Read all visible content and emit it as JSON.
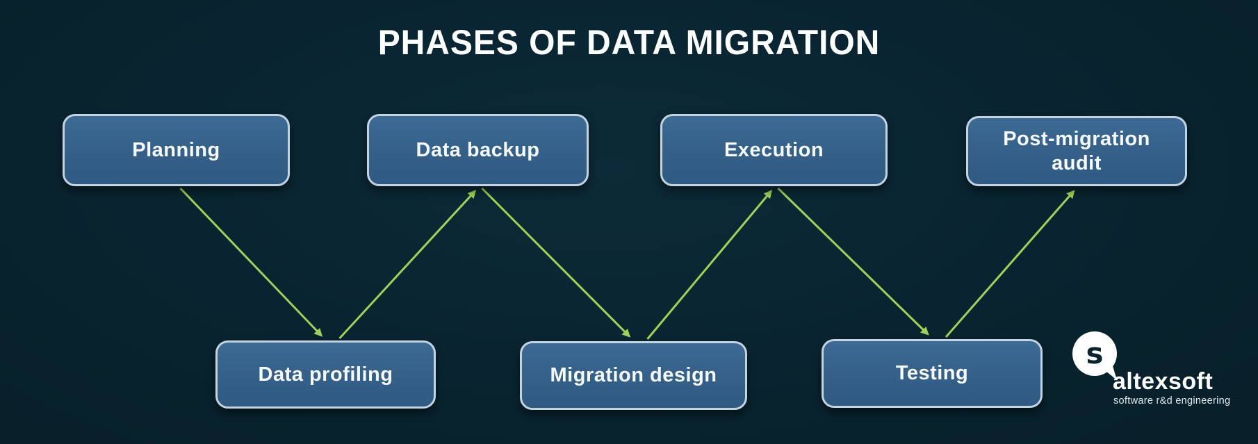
{
  "title": "PHASES OF DATA MIGRATION",
  "diagram": {
    "type": "flow",
    "nodes": [
      {
        "id": "planning",
        "label": "Planning",
        "row": "top"
      },
      {
        "id": "data-backup",
        "label": "Data backup",
        "row": "top"
      },
      {
        "id": "execution",
        "label": "Execution",
        "row": "top"
      },
      {
        "id": "post-migration-audit",
        "label": "Post-migration audit",
        "row": "top"
      },
      {
        "id": "data-profiling",
        "label": "Data profiling",
        "row": "bottom"
      },
      {
        "id": "migration-design",
        "label": "Migration design",
        "row": "bottom"
      },
      {
        "id": "testing",
        "label": "Testing",
        "row": "bottom"
      }
    ],
    "edges": [
      {
        "from": "planning",
        "to": "data-profiling"
      },
      {
        "from": "data-profiling",
        "to": "data-backup"
      },
      {
        "from": "data-backup",
        "to": "migration-design"
      },
      {
        "from": "migration-design",
        "to": "execution"
      },
      {
        "from": "execution",
        "to": "testing"
      },
      {
        "from": "testing",
        "to": "post-migration-audit"
      }
    ],
    "flow_order": [
      "Planning",
      "Data profiling",
      "Data backup",
      "Migration design",
      "Execution",
      "Testing",
      "Post-migration audit"
    ]
  },
  "logo": {
    "brand": "altexsoft",
    "tagline": "software r&d engineering",
    "mark": "a-speech-bubble-icon",
    "mark_letter": "s"
  },
  "colors": {
    "background": "#09242f",
    "box_fill": "#35618a",
    "box_border": "#c3d3e2",
    "text": "#ffffff",
    "arrow": "#a0d355"
  }
}
